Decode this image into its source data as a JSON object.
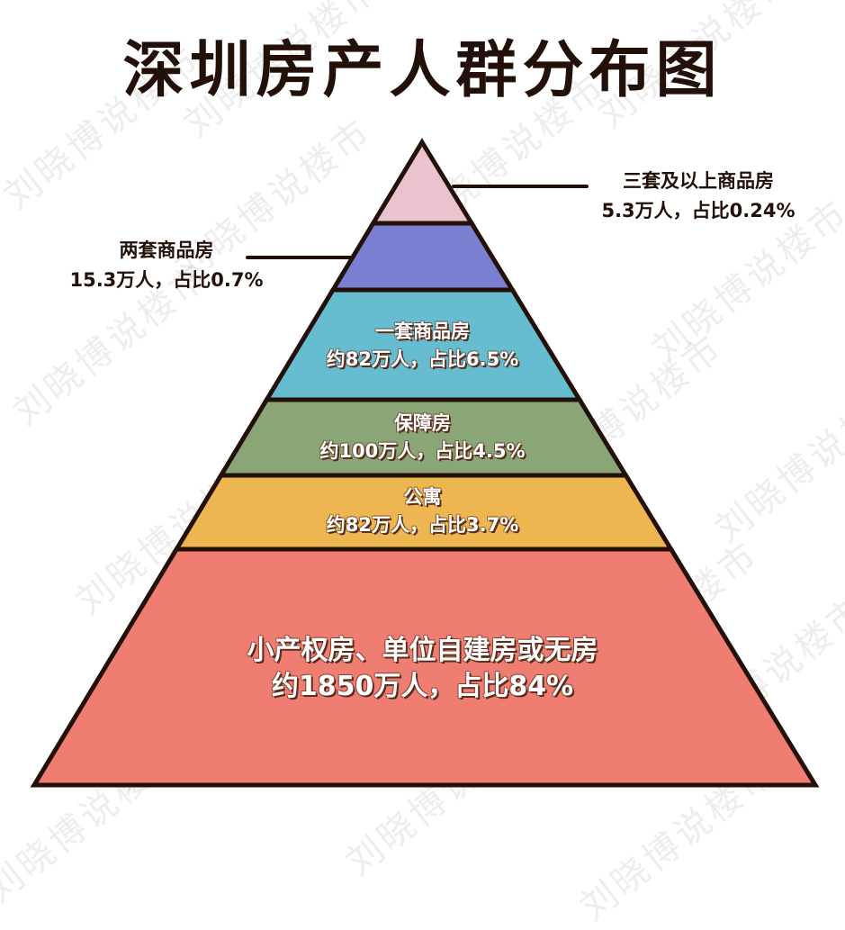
{
  "title": "深圳房产人群分布图",
  "watermark": "刘晓博说楼市",
  "colors": {
    "outline": "#231109",
    "text_dark": "#231109"
  },
  "chart_data": {
    "type": "pyramid",
    "title": "深圳房产人群分布图",
    "layers_top_to_bottom": [
      {
        "name": "三套及以上商品房",
        "population_wan": 5.3,
        "share_percent": 0.24,
        "color": "#EBC3CF",
        "label": "5.3万人，占比0.24%",
        "label_position": "callout-right"
      },
      {
        "name": "两套商品房",
        "population_wan": 15.3,
        "share_percent": 0.7,
        "color": "#7B7FD2",
        "label": "15.3万人，占比0.7%",
        "label_position": "callout-left"
      },
      {
        "name": "一套商品房",
        "population_wan": 82,
        "share_percent": 6.5,
        "color": "#67BDD0",
        "label": "约82万人，占比6.5%",
        "label_position": "inside"
      },
      {
        "name": "保障房",
        "population_wan": 100,
        "share_percent": 4.5,
        "color": "#8AA676",
        "label": "约100万人，占比4.5%",
        "label_position": "inside"
      },
      {
        "name": "公寓",
        "population_wan": 82,
        "share_percent": 3.7,
        "color": "#EDB651",
        "label": "约82万人，占比3.7%",
        "label_position": "inside"
      },
      {
        "name": "小产权房、单位自建房或无房",
        "population_wan": 1850,
        "share_percent": 84,
        "color": "#F07D72",
        "label": "约1850万人，占比84%",
        "label_position": "inside"
      }
    ]
  }
}
